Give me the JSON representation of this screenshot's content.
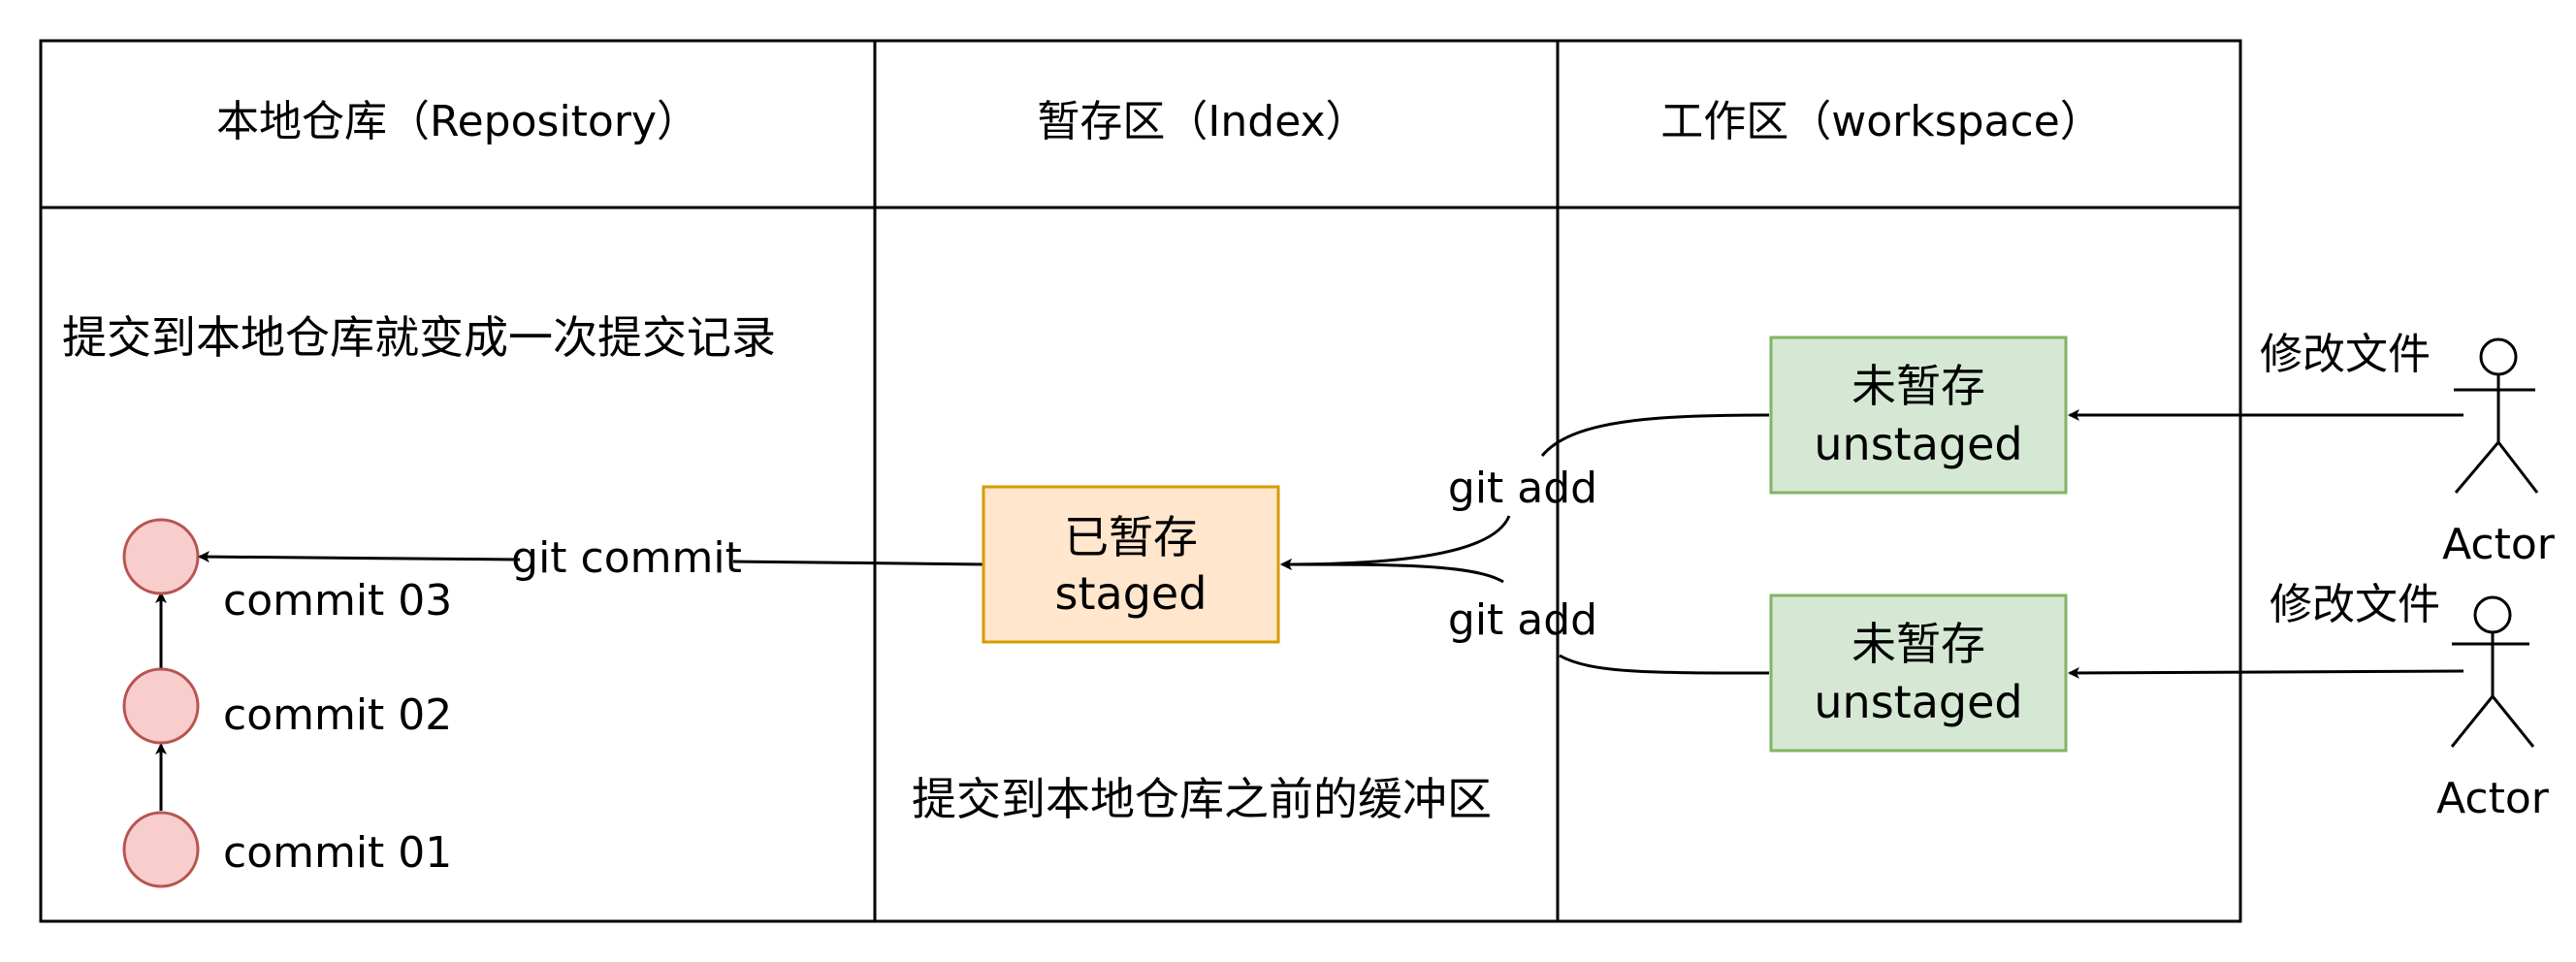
{
  "colors": {
    "stroke": "#000000",
    "commit_fill": "#f8cecc",
    "commit_stroke": "#b85450",
    "staged_fill": "#ffe6cc",
    "staged_stroke": "#d79b00",
    "unstaged_fill": "#d5e8d4",
    "unstaged_stroke": "#82b366"
  },
  "columns": {
    "repository": {
      "header": "本地仓库（Repository）",
      "description": "提交到本地仓库就变成一次提交记录"
    },
    "index": {
      "header": "暂存区（Index）",
      "description": "提交到本地仓库之前的缓冲区"
    },
    "workspace": {
      "header": "工作区（workspace）"
    }
  },
  "commits": [
    {
      "label": "commit 03"
    },
    {
      "label": "commit 02"
    },
    {
      "label": "commit 01"
    }
  ],
  "staged_box": {
    "line1": "已暂存",
    "line2": "staged"
  },
  "unstaged_boxes": [
    {
      "line1": "未暂存",
      "line2": "unstaged"
    },
    {
      "line1": "未暂存",
      "line2": "unstaged"
    }
  ],
  "edges": {
    "git_commit": "git commit",
    "git_add_top": "git add",
    "git_add_bottom": "git add",
    "modify_top": "修改文件",
    "modify_bottom": "修改文件"
  },
  "actors": [
    {
      "label": "Actor"
    },
    {
      "label": "Actor"
    }
  ]
}
